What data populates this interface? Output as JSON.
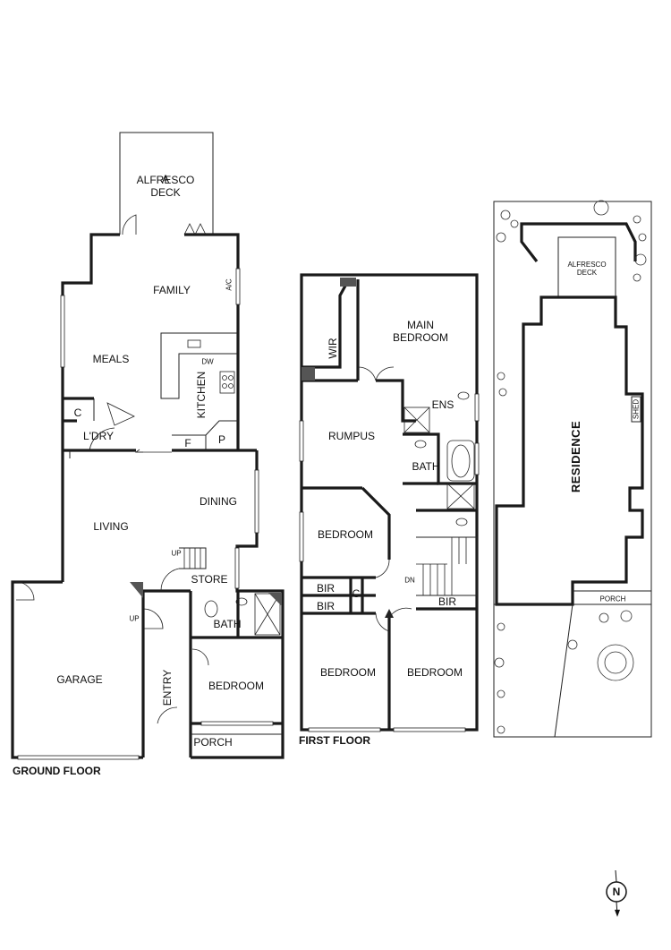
{
  "ground_floor": {
    "caption": "GROUND FLOOR",
    "rooms": {
      "alfresco_deck": "ALFRESCO\nDECK",
      "family": "FAMILY",
      "meals": "MEALS",
      "kitchen": "KITCHEN",
      "dw": "DW",
      "ac": "A/C",
      "cupboard": "C",
      "laundry": "L'DRY",
      "fridge": "F",
      "pantry": "P",
      "living": "LIVING",
      "dining": "DINING",
      "store": "STORE",
      "up_stairs": "UP",
      "garage": "GARAGE",
      "up_garage": "UP",
      "entry": "ENTRY",
      "bath": "BATH",
      "bedroom": "BEDROOM",
      "porch": "PORCH"
    }
  },
  "first_floor": {
    "caption": "FIRST FLOOR",
    "rooms": {
      "wir": "WIR",
      "main_bedroom": "MAIN\nBEDROOM",
      "ens": "ENS",
      "rumpus": "RUMPUS",
      "bath": "BATH",
      "bedroom_left": "BEDROOM",
      "bir_1": "BIR",
      "bir_2": "BIR",
      "cupboard": "C",
      "dn": "DN",
      "bir_3": "BIR",
      "bedroom_bottom_left": "BEDROOM",
      "bedroom_bottom_right": "BEDROOM"
    }
  },
  "site_plan": {
    "alfresco_deck": "ALFRESCO\nDECK",
    "residence": "RESIDENCE",
    "shed": "SHED",
    "porch": "PORCH"
  },
  "compass": {
    "label": "N"
  }
}
